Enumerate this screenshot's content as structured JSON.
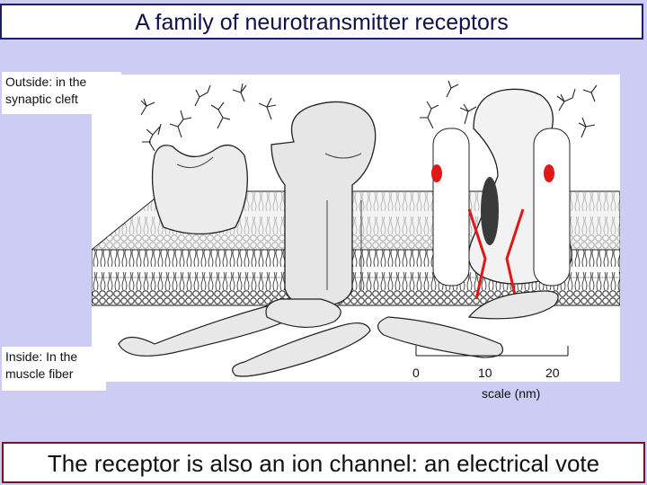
{
  "title": "A family of neurotransmitter receptors",
  "labels": {
    "outside": "Outside:  in the synaptic cleft",
    "inside": "Inside: In the muscle fiber"
  },
  "scale": {
    "ticks": [
      "0",
      "10",
      "20"
    ],
    "label": "scale (nm)"
  },
  "footer": "The receptor is also an ion channel: an electrical vote",
  "colors": {
    "background": "#ccccf4",
    "title_border": "#1c1c6e",
    "footer_border": "#7a1020",
    "channel_highlight": "#e01818"
  }
}
